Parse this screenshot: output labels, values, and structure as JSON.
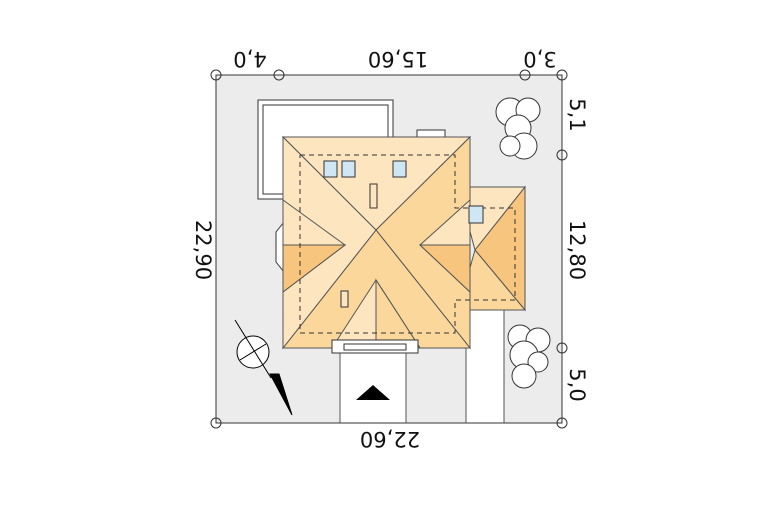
{
  "plan": {
    "dims_top": [
      "4,0",
      "15,60",
      "3,0"
    ],
    "dim_bottom": "22,60",
    "dim_left": "22,90",
    "dims_right": [
      "5,1",
      "12,80",
      "5,0"
    ]
  },
  "colors": {
    "plot": "#ececec",
    "roof_light": "#fde6bf",
    "roof_mid": "#fbd79b",
    "roof_dark": "#f7c57e",
    "skylight": "#cfe6f5",
    "line": "#333333"
  },
  "icons": [
    "tree-icon",
    "north-arrow-icon",
    "entrance-arrow-icon"
  ]
}
